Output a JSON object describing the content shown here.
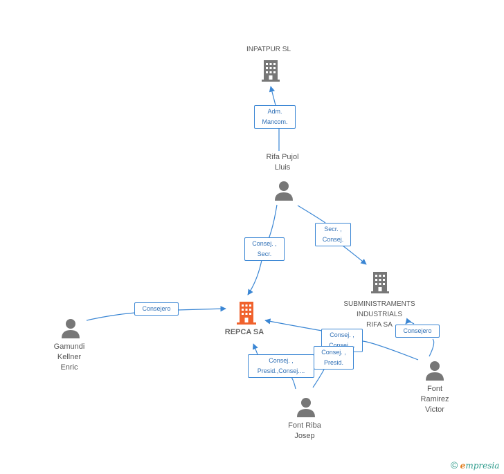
{
  "nodes": {
    "inpatpur": {
      "label": "INPATPUR SL",
      "type": "company"
    },
    "rifa_pujol": {
      "label": "Rifa Pujol\nLluis",
      "type": "person"
    },
    "repca": {
      "label": "REPCA SA",
      "type": "main-company"
    },
    "subministraments": {
      "label": "SUBMINISTRAMENTS\nINDUSTRIALS\nRIFA SA",
      "type": "company"
    },
    "gamundi": {
      "label": "Gamundi\nKellner\nEnric",
      "type": "person"
    },
    "font_ramirez": {
      "label": "Font\nRamirez\nVictor",
      "type": "person"
    },
    "font_riba": {
      "label": "Font Riba\nJosep",
      "type": "person"
    }
  },
  "relations": {
    "adm_mancom": "Adm.\nMancom.",
    "consej_secr": "Consej. ,\nSecr.",
    "secr_consej": "Secr. ,\nConsej.",
    "consejero_gamundi": "Consejero",
    "consejero_font_ramirez": "Consejero",
    "consej_consej": "Consej. ,\nConsej....",
    "consej_presid": "Consej. ,\nPresid.",
    "consej_presid_consej": "Consej. ,\nPresid.,Consej...."
  },
  "colors": {
    "edge": "#3a86d4",
    "main_company": "#f0622d",
    "company": "#777777",
    "person": "#777777"
  },
  "brand": {
    "copyright": "©",
    "e": "e",
    "rest": "mpresia"
  }
}
